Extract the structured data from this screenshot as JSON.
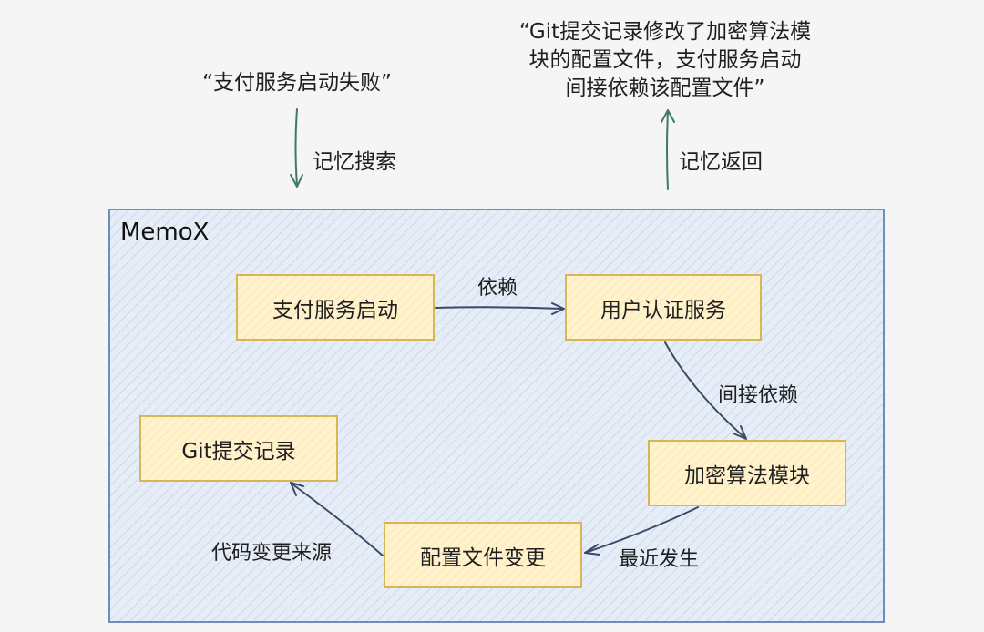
{
  "query": {
    "text": "“支付服务启动失败”",
    "arrow_label": "记忆搜索"
  },
  "answer": {
    "lines": [
      "“Git提交记录修改了加密算法模",
      "块的配置文件，支付服务启动",
      "间接依赖该配置文件”"
    ],
    "arrow_label": "记忆返回"
  },
  "frame": {
    "title": "MemoX"
  },
  "nodes": {
    "payment": "支付服务启动",
    "auth": "用户认证服务",
    "crypto": "加密算法模块",
    "config": "配置文件变更",
    "git": "Git提交记录"
  },
  "edges": {
    "payment_auth": "依赖",
    "auth_crypto": "间接依赖",
    "crypto_config": "最近发生",
    "config_git": "代码变更来源"
  },
  "colors": {
    "background": "#f5f5f5",
    "frame_border": "#6c8ebf",
    "frame_fill": "#e6edf7",
    "node_border": "#d6b656",
    "node_fill": "#fff2cc",
    "outer_arrow": "#3d7a63",
    "inner_arrow": "#3b4a66"
  }
}
